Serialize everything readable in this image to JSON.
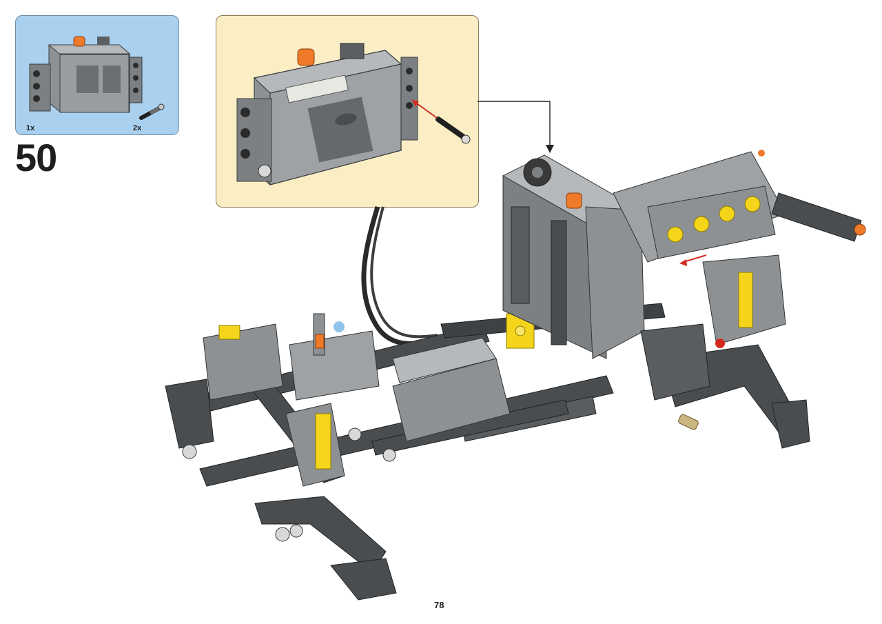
{
  "parts_list": {
    "items": [
      {
        "name": "battery-box",
        "quantity": "1x"
      },
      {
        "name": "connector-pin",
        "quantity": "2x"
      }
    ]
  },
  "step": {
    "number": "50"
  },
  "page": {
    "number": "78"
  },
  "colors": {
    "parts_bg": "#a9d0ef",
    "callout_bg": "#fbeec5",
    "light_gray": "#8e9193",
    "dark_gray": "#4a4d50",
    "orange": "#ee7a2a",
    "yellow": "#f4d51b",
    "arrow_red": "#d42a1e"
  }
}
